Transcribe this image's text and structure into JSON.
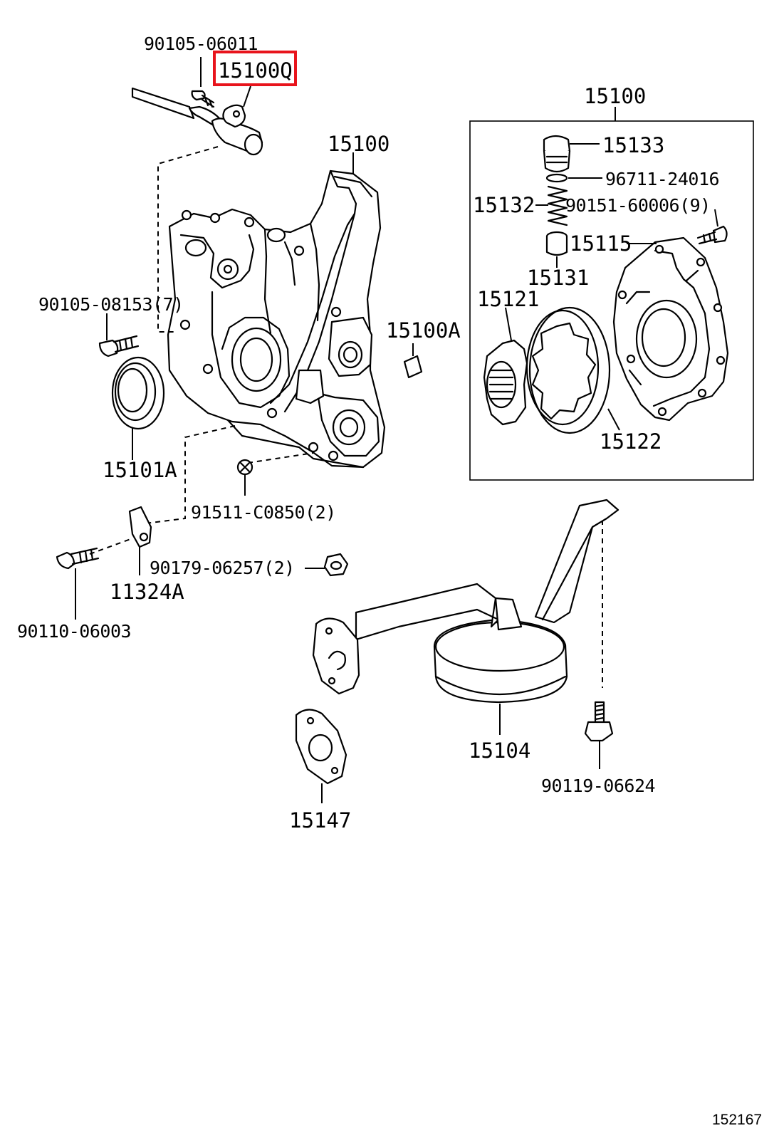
{
  "diagram": {
    "code": "152167",
    "highlight_color": "#e8141c",
    "labels": {
      "bolt_sensor": "90105-06011",
      "sensor": "15100Q",
      "pump_cover": "15100",
      "bolt_cover": "90105-08153(7)",
      "seal": "15101A",
      "pin": "15100A",
      "plug": "91511-C0850(2)",
      "bracket": "11324A",
      "nut": "90179-06257(2)",
      "bolt_bracket": "90110-06003",
      "strainer": "15104",
      "gasket": "15147",
      "bolt_strainer": "90119-06624",
      "kit_title": "15100",
      "relief_plug": "15133",
      "gasket_ring": "96711-24016",
      "spring": "15132",
      "screw": "90151-60006(9)",
      "pump_plate": "15115",
      "relief_valve": "15131",
      "drive_rotor": "15121",
      "driven_rotor": "15122"
    }
  }
}
